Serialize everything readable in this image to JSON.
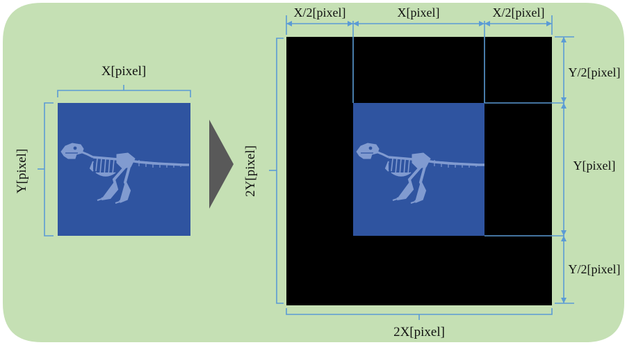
{
  "colors": {
    "background_panel": "#c5e0b4",
    "image_fill": "#2f54a0",
    "padding_fill": "#000000",
    "dimension_lines": "#5b9bd5",
    "arrow": "#595959"
  },
  "icons": {
    "arrow": "right-triangle-arrow",
    "image_content": "t-rex-skeleton"
  },
  "original": {
    "width_label": "X[pixel]",
    "height_label": "Y[pixel]"
  },
  "padded": {
    "top_left_width_label": "X/2[pixel]",
    "top_center_width_label": "X[pixel]",
    "top_right_width_label": "X/2[pixel]",
    "left_height_label": "2Y[pixel]",
    "right_top_height_label": "Y/2[pixel]",
    "right_middle_height_label": "Y[pixel]",
    "right_bottom_height_label": "Y/2[pixel]",
    "bottom_width_label": "2X[pixel]"
  }
}
